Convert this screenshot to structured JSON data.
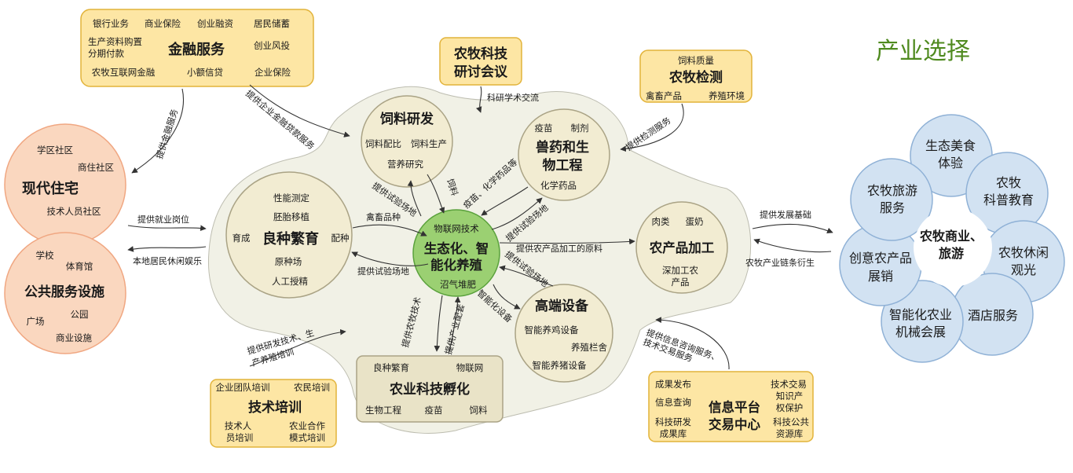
{
  "industry_title": "产业选择",
  "finance": {
    "title": "金融服务",
    "items": [
      "银行业务",
      "商业保险",
      "创业融资",
      "居民储蓄",
      "生产资料购置",
      "分期付款",
      "创业风投",
      "农牧互联网金融",
      "小额信贷",
      "企业保险"
    ]
  },
  "research_conf": {
    "title_1": "农牧科技",
    "title_2": "研讨会议"
  },
  "inspection": {
    "title": "农牧检测",
    "items": [
      "饲料质量",
      "禽畜产品",
      "养殖环境"
    ]
  },
  "housing": {
    "title": "现代住宅",
    "items": [
      "学区社区",
      "商住社区",
      "技术人员社区"
    ]
  },
  "public": {
    "title": "公共服务设施",
    "items": [
      "学校",
      "体育馆",
      "广场",
      "公园",
      "商业设施"
    ]
  },
  "feed_rd": {
    "title": "饲料研发",
    "items": [
      "饲料配比",
      "饲料生产",
      "营养研究"
    ]
  },
  "vet": {
    "title_1": "兽药和生",
    "title_2": "物工程",
    "items": [
      "疫苗",
      "制剂",
      "化学药品"
    ]
  },
  "breeding": {
    "title": "良种繁育",
    "items": [
      "性能测定",
      "胚胎移植",
      "育成",
      "配种",
      "原种场",
      "人工授精"
    ]
  },
  "center": {
    "title_1": "生态化、智",
    "title_2": "能化养殖",
    "items": [
      "物联网技术",
      "沼气堆肥"
    ]
  },
  "processing": {
    "title": "农产品加工",
    "items": [
      "肉类",
      "蛋奶",
      "深加工农",
      "产品"
    ]
  },
  "equipment": {
    "title": "高端设备",
    "items": [
      "智能养鸡设备",
      "养殖栏舍",
      "智能养猪设备"
    ]
  },
  "incubation": {
    "title": "农业科技孵化",
    "items": [
      "良种繁育",
      "物联网",
      "生物工程",
      "疫苗",
      "饲料"
    ]
  },
  "training": {
    "title": "技术培训",
    "items": [
      "企业团队培训",
      "农民培训",
      "技术人",
      "员培训",
      "农业合作",
      "模式培训"
    ]
  },
  "info": {
    "title_1": "信息平台",
    "title_2": "交易中心",
    "items": [
      "成果发布",
      "信息查询",
      "科技研发",
      "成果库",
      "技术交易",
      "知识产",
      "权保护",
      "科技公共",
      "资源库"
    ]
  },
  "commerce": {
    "center_1": "农牧商业、",
    "center_2": "旅游",
    "petals": [
      [
        "生态美食",
        "体验"
      ],
      [
        "农牧",
        "科普教育"
      ],
      [
        "农牧休闲",
        "观光"
      ],
      [
        "酒店服务"
      ],
      [
        "智能化农业",
        "机械会展"
      ],
      [
        "创意农产品",
        "展销"
      ],
      [
        "农牧旅游",
        "服务"
      ]
    ]
  },
  "labels": {
    "finance_services": "提供企业金融贷款服务",
    "finance_to_housing": "提供金融服务",
    "academic": "科研学术交流",
    "inspection_service": "提供检测服务",
    "jobs": "提供就业岗位",
    "leisure": "本地居民休闲娱乐",
    "livestock": "禽畜品种",
    "trial_site_breeding": "提供试验场地",
    "trial_site_feed": "提供试验场地",
    "feed": "饲料",
    "vaccine": "疫苗、化学药品等",
    "trial_site_vet": "提供试验场地",
    "raw_material": "提供农产品加工的原料",
    "trial_site_equip": "提供试验场地",
    "smart_equip": "智能化设备",
    "breeding_tech": "提供农牧技术",
    "industry_support": "提供产业配套",
    "rd_support_1": "提供研发技术、生",
    "rd_support_2": "产养殖培训",
    "info_service_1": "提供信息咨询服务、",
    "info_service_2": "技术交易服务",
    "dev_base": "提供发展基础",
    "chain": "农牧产业链条衍生"
  }
}
